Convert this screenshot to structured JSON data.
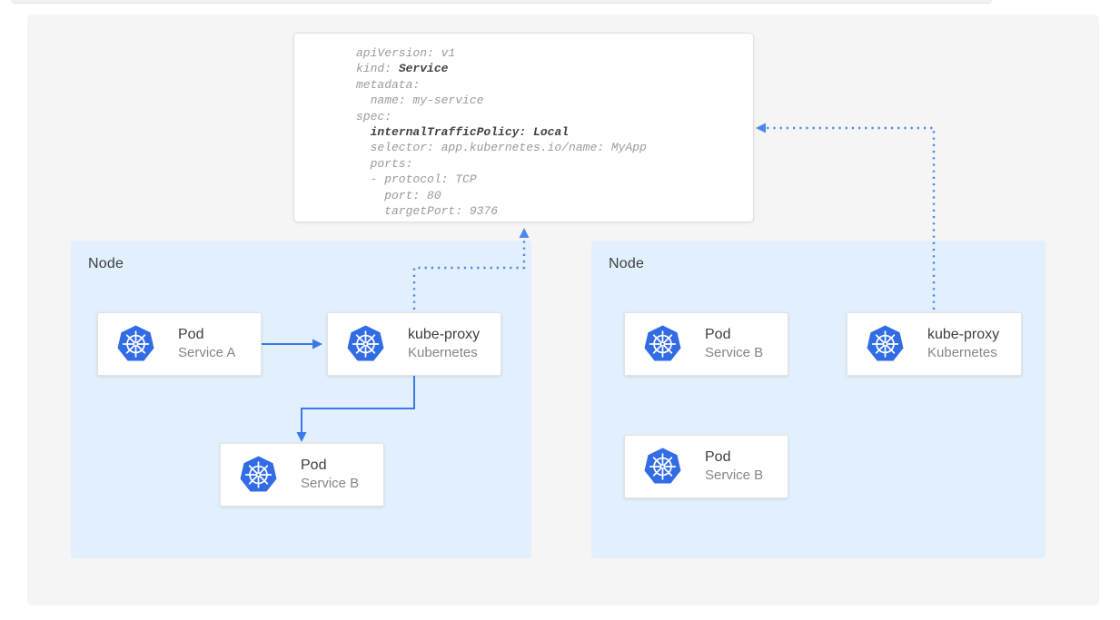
{
  "yaml_card": {
    "lines": [
      [
        {
          "t": "apiVersion: v1",
          "b": false
        }
      ],
      [
        {
          "t": "kind: ",
          "b": false
        },
        {
          "t": "Service",
          "b": true
        }
      ],
      [
        {
          "t": "metadata:",
          "b": false
        }
      ],
      [
        {
          "t": "  name: my-service",
          "b": false
        }
      ],
      [
        {
          "t": "spec:",
          "b": false
        }
      ],
      [
        {
          "t": "  ",
          "b": false
        },
        {
          "t": "internalTrafficPolicy: Local",
          "b": true
        }
      ],
      [
        {
          "t": "  selector: app.kubernetes.io/name: MyApp",
          "b": false
        }
      ],
      [
        {
          "t": "  ports:",
          "b": false
        }
      ],
      [
        {
          "t": "  - protocol: TCP",
          "b": false
        }
      ],
      [
        {
          "t": "    port: 80",
          "b": false
        }
      ],
      [
        {
          "t": "    targetPort: 9376",
          "b": false
        }
      ]
    ]
  },
  "nodes": [
    {
      "label": "Node",
      "cards": [
        {
          "title": "Pod",
          "subtitle": "Service A"
        },
        {
          "title": "kube-proxy",
          "subtitle": "Kubernetes"
        },
        {
          "title": "Pod",
          "subtitle": "Service B"
        }
      ]
    },
    {
      "label": "Node",
      "cards": [
        {
          "title": "Pod",
          "subtitle": "Service B"
        },
        {
          "title": "kube-proxy",
          "subtitle": "Kubernetes"
        },
        {
          "title": "Pod",
          "subtitle": "Service B"
        }
      ]
    }
  ],
  "colors": {
    "solid_arrow": "#3b78e8",
    "dotted_arrow": "#4c86ef",
    "node_background": "#e2effc",
    "kubernetes_blue": "#326ce5",
    "panel_background": "#f5f5f5",
    "code_gray": "#9b9b9b",
    "code_bold": "#424242"
  },
  "icons": {
    "kubernetes": "kubernetes-helm-wheel"
  }
}
